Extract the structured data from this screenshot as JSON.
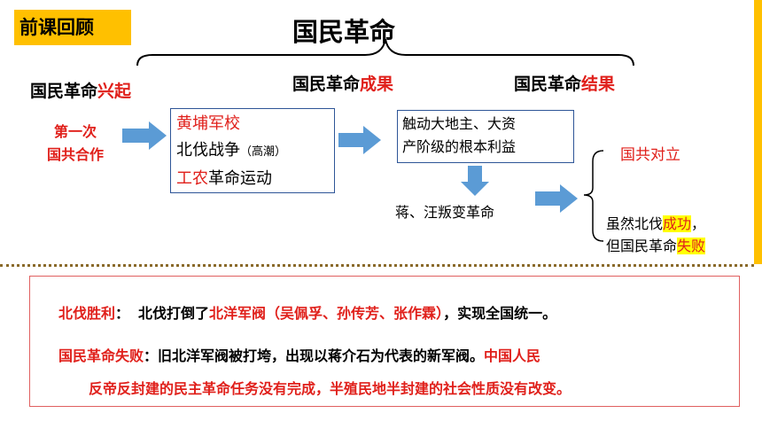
{
  "badge": "前课回顾",
  "title": "国民革命",
  "sections": {
    "rise": {
      "prefix": "国民革命",
      "key": "兴起"
    },
    "result": {
      "prefix": "国民革命",
      "key": "成果"
    },
    "outcome": {
      "prefix": "国民革命",
      "key": "结果"
    }
  },
  "cooperation": {
    "line1": "第一次",
    "line2": "国共合作"
  },
  "box1": {
    "line1": "黄埔军校",
    "line2_main": "北伐战争",
    "line2_note": "（高潮）",
    "line3_red": "工农",
    "line3_rest": "革命运动"
  },
  "box2": {
    "line1": "触动大地主、大资",
    "line2": "产阶级的根本利益"
  },
  "betrayal": "蒋、汪叛变革命",
  "split": "国共对立",
  "conclusion": {
    "l1_pre": "虽然北伐",
    "l1_hl": "成功",
    "l1_post": "，",
    "l2_pre": "但国民革命",
    "l2_hl": "失败"
  },
  "summary": {
    "s1_label": "北伐胜利",
    "s1_colon": "：",
    "s1_pre": "北伐打倒了",
    "s1_red": "北洋军阀（吴佩孚、孙传芳、张作霖）",
    "s1_post": "，实现全国统一。",
    "s2_label": "国民革命失败",
    "s2_colon": "：",
    "s2_text": "旧北洋军阀被打垮，出现以蒋介石为代表的新军阀。",
    "s2_red1": "中国人民",
    "s2_red2": "反帝反封建的民主革命任务没有完成，半殖民地半封建的社会性质没有改变。"
  },
  "colors": {
    "accent": "#ffc000",
    "red": "#e0201b",
    "arrow": "#5b9bd5",
    "box_border": "#2e5597"
  }
}
